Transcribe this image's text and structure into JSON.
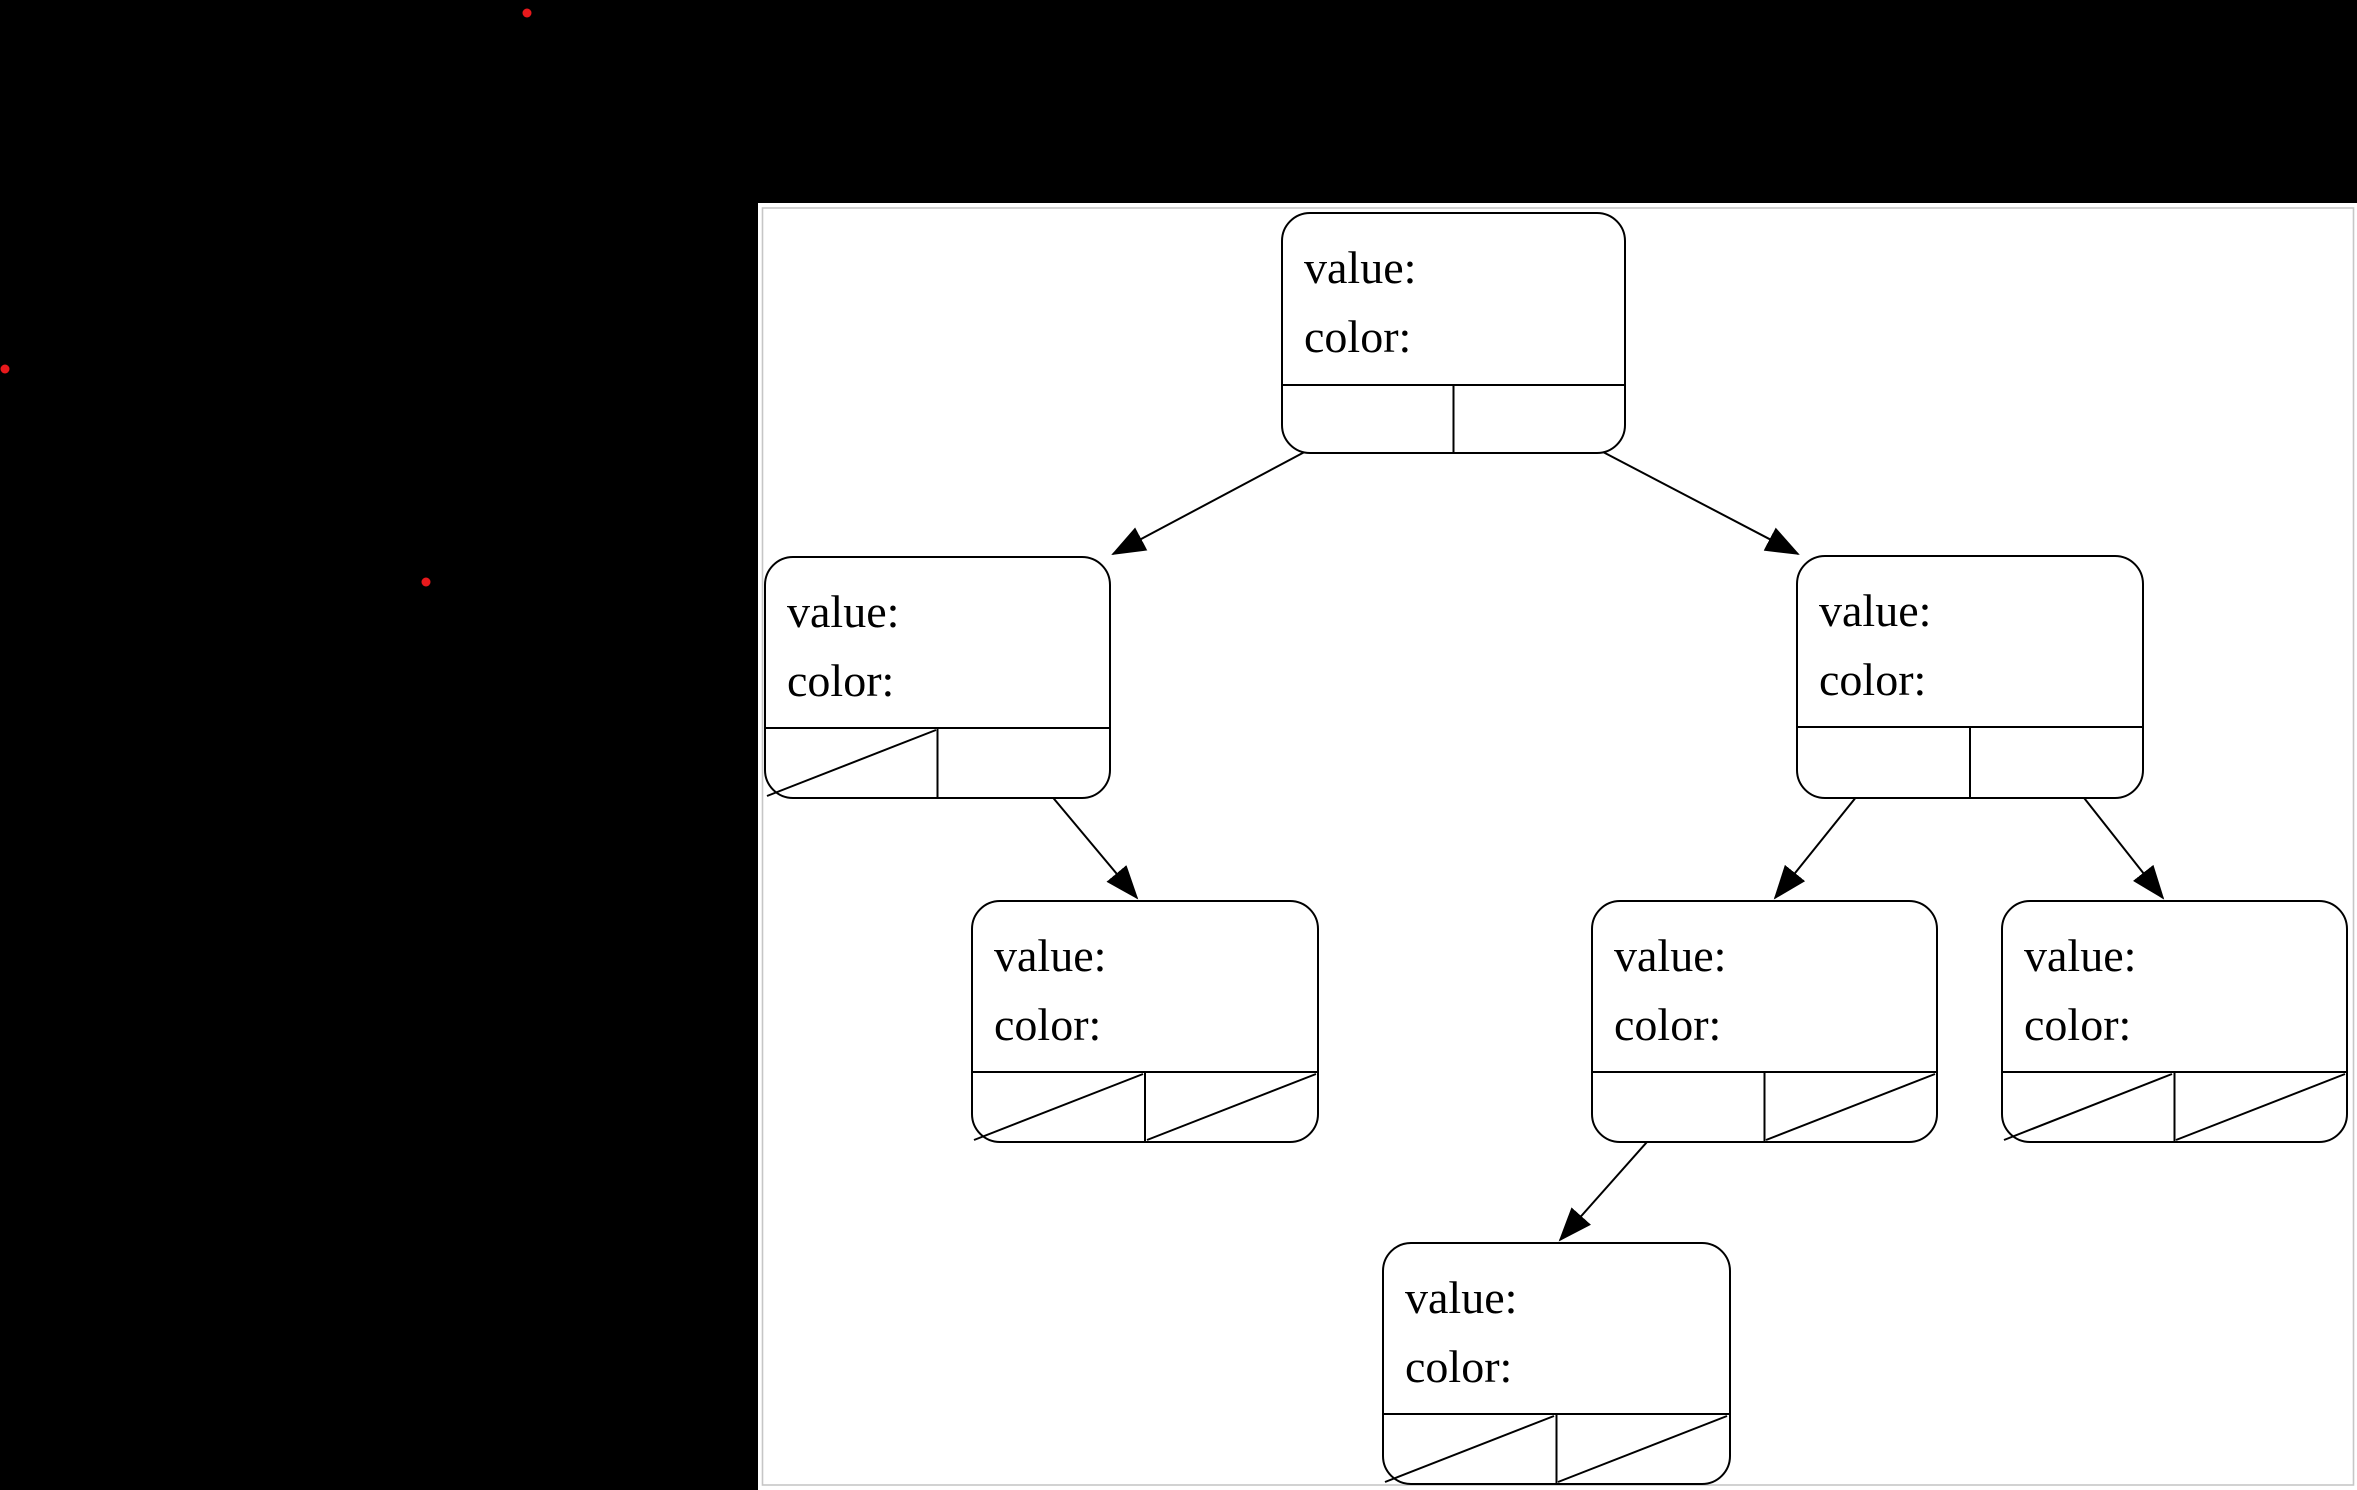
{
  "diagram_type": "binary-tree",
  "background_color": "#000000",
  "panel": {
    "background": "#ffffff",
    "border_color": "#c6c6c6"
  },
  "nodes": [
    {
      "id": "root",
      "value_label": "value:",
      "color_label": "color:",
      "left_pointer": "arrow",
      "right_pointer": "arrow"
    },
    {
      "id": "left-child",
      "value_label": "value:",
      "color_label": "color:",
      "left_pointer": "null",
      "right_pointer": "arrow"
    },
    {
      "id": "right-child",
      "value_label": "value:",
      "color_label": "color:",
      "left_pointer": "arrow",
      "right_pointer": "arrow"
    },
    {
      "id": "left-grandchild",
      "value_label": "value:",
      "color_label": "color:",
      "left_pointer": "null",
      "right_pointer": "null"
    },
    {
      "id": "middle-grandchild",
      "value_label": "value:",
      "color_label": "color:",
      "left_pointer": "arrow",
      "right_pointer": "null"
    },
    {
      "id": "right-grandchild",
      "value_label": "value:",
      "color_label": "color:",
      "left_pointer": "null",
      "right_pointer": "null"
    },
    {
      "id": "bottom-child",
      "value_label": "value:",
      "color_label": "color:",
      "left_pointer": "null",
      "right_pointer": "null"
    }
  ],
  "edges": [
    {
      "from": "root",
      "via": "left-pointer",
      "to": "left-child"
    },
    {
      "from": "root",
      "via": "right-pointer",
      "to": "right-child"
    },
    {
      "from": "left-child",
      "via": "right-pointer",
      "to": "left-grandchild"
    },
    {
      "from": "right-child",
      "via": "left-pointer",
      "to": "middle-grandchild"
    },
    {
      "from": "right-child",
      "via": "right-pointer",
      "to": "right-grandchild"
    },
    {
      "from": "middle-grandchild",
      "via": "left-pointer",
      "to": "bottom-child"
    }
  ],
  "dots": {
    "color": "#e8191c"
  }
}
